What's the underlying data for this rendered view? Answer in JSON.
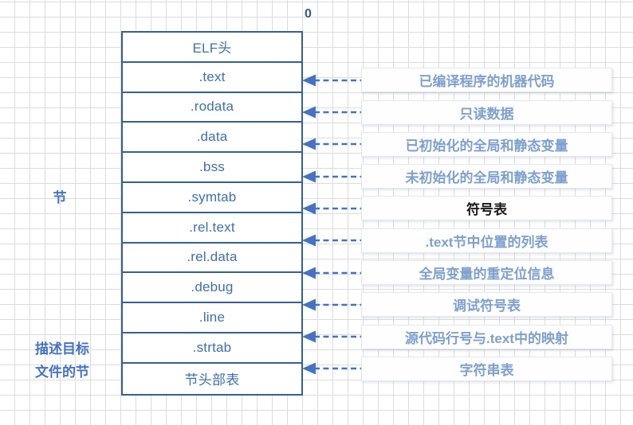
{
  "canvas": {
    "zero_label": "0"
  },
  "colors": {
    "grid_line": "#dcdcdc",
    "stack_border": "#365f91",
    "section_text": "#3f6fab",
    "arrow_blue": "#4472c4",
    "annotation_text": "#7da0cf",
    "annotation_text_black": "#1a1a1a",
    "side_label_blue": "#4472c4",
    "zero_label_blue": "#2e5c9e"
  },
  "left_labels": {
    "sections": "节",
    "describe_line1": "描述目标",
    "describe_line2": "文件的节"
  },
  "stack": {
    "rows": [
      {
        "name": "ELF头"
      },
      {
        "name": ".text",
        "annotation": "已编译程序的机器代码"
      },
      {
        "name": ".rodata",
        "annotation": "只读数据"
      },
      {
        "name": ".data",
        "annotation": "已初始化的全局和静态变量"
      },
      {
        "name": ".bss",
        "annotation": "未初始化的全局和静态变量"
      },
      {
        "name": ".symtab",
        "annotation": "符号表",
        "annotation_color": "#1a1a1a"
      },
      {
        "name": ".rel.text",
        "annotation": ".text节中位置的列表"
      },
      {
        "name": ".rel.data",
        "annotation": "全局变量的重定位信息"
      },
      {
        "name": ".debug",
        "annotation": "调试符号表"
      },
      {
        "name": ".line",
        "annotation": "源代码行号与.text中的映射"
      },
      {
        "name": ".strtab",
        "annotation": "字符串表"
      },
      {
        "name": "节头部表"
      }
    ]
  }
}
